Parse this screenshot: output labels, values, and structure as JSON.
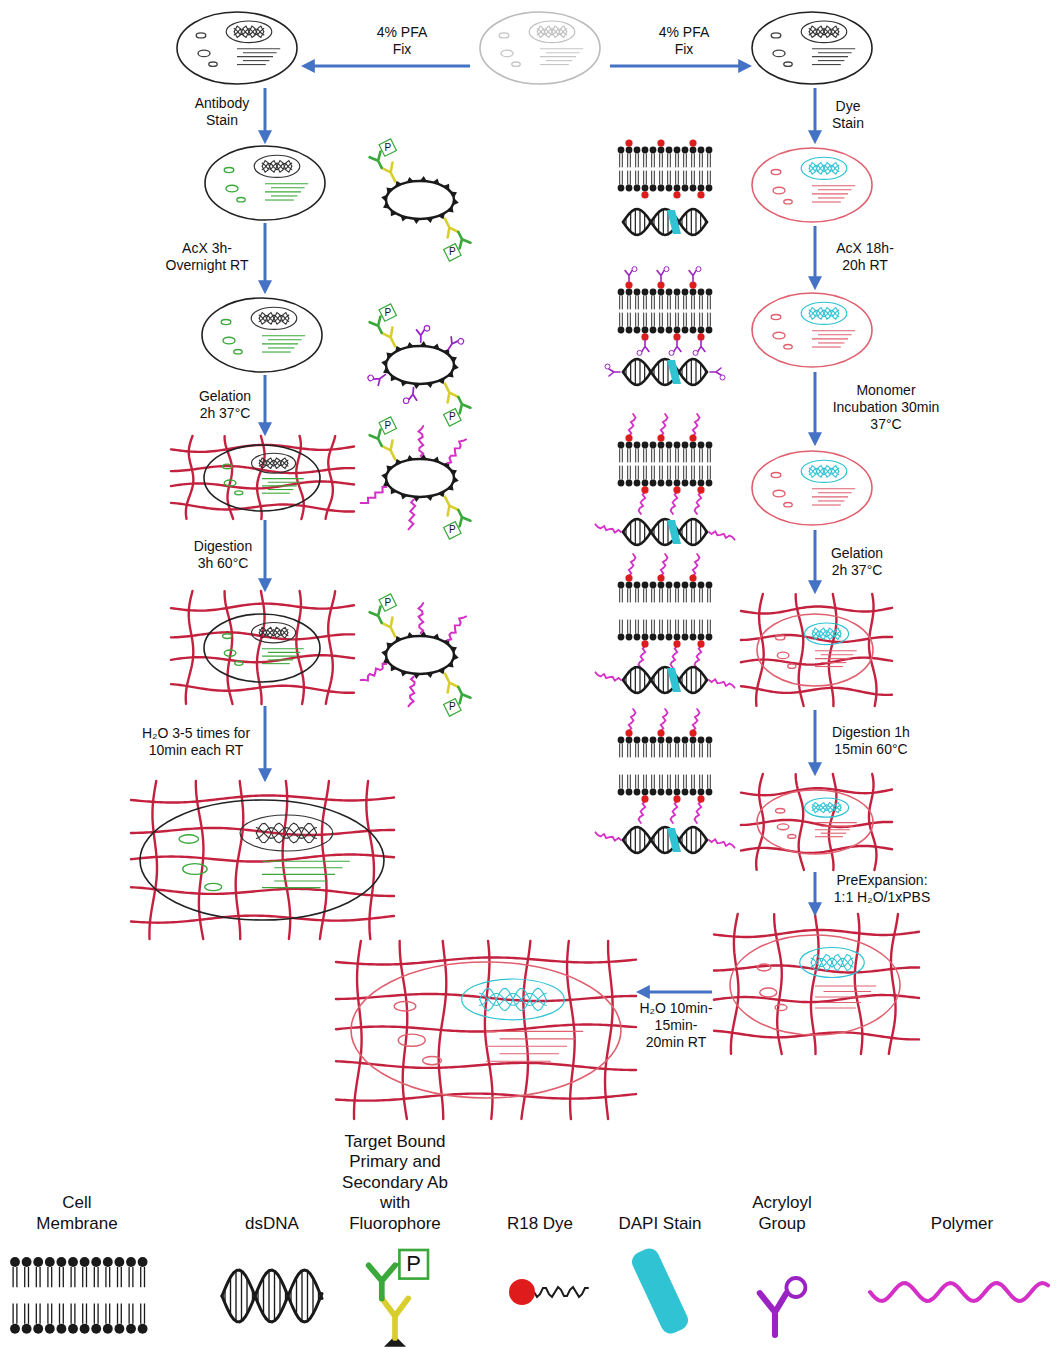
{
  "diagram": {
    "labels": [
      "4% PFA Fix",
      "4% PFA Fix",
      "Antibody Stain",
      "Dye Stain",
      "AcX 3h- Overnight RT",
      "AcX 18h- 20h RT",
      "Monomer Incubation 30min 37°C",
      "Gelation 2h 37°C",
      "Gelation 2h 37°C",
      "Digestion 3h 60°C",
      "Digestion 1h 15min 60°C",
      "H₂O 3-5 times for 10min each RT",
      "PreExpansion: 1:1 H₂O/1xPBS",
      "H₂O 10min- 15min- 20min RT",
      "P",
      "P",
      "P",
      "P",
      "P",
      "P",
      "P",
      "P",
      "P"
    ],
    "legend": [
      {
        "text": "Cell Membrane"
      },
      {
        "text": "dsDNA"
      },
      {
        "text": "Target Bound Primary and Secondary Ab with Fluorophore"
      },
      {
        "text": "R18 Dye"
      },
      {
        "text": "DAPI Stain"
      },
      {
        "text": "Acryloyl Group"
      },
      {
        "text": "Polymer"
      }
    ]
  }
}
